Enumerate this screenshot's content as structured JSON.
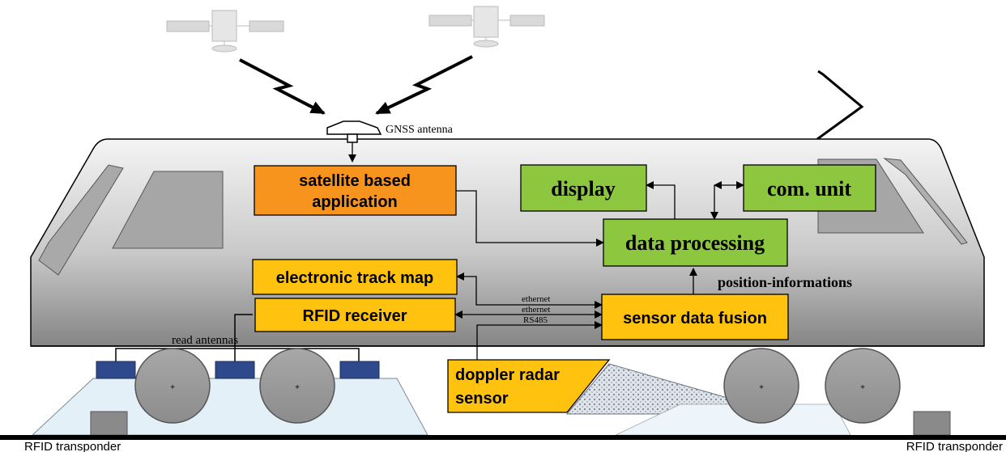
{
  "colors": {
    "orange": "#f7941d",
    "green": "#8dc63f",
    "yellow": "#ffc20e",
    "sensor_blue": "#2e4a8c",
    "body_light": "#f2f2f2",
    "body_dark": "#8a8a8a",
    "track": "#000000"
  },
  "labels": {
    "gnss_antenna": "GNSS antenna",
    "satellite_app_line1": "satellite based",
    "satellite_app_line2": "application",
    "display": "display",
    "com_unit": "com. unit",
    "data_processing": "data processing",
    "electronic_track_map": "electronic track map",
    "position_informations": "position-informations",
    "rfid_receiver": "RFID receiver",
    "sensor_data_fusion": "sensor data fusion",
    "ethernet_1": "ethernet",
    "ethernet_2": "ethernet",
    "rs485": "RS485",
    "read_antennas": "read antennas",
    "doppler_line1": "doppler radar",
    "doppler_line2": "sensor",
    "rfid_transponder_left": "RFID transponder",
    "rfid_transponder_right": "RFID transponder"
  },
  "icons": [
    "satellite-icon",
    "antenna-icon",
    "wheel-icon",
    "rfid-transponder-icon"
  ]
}
